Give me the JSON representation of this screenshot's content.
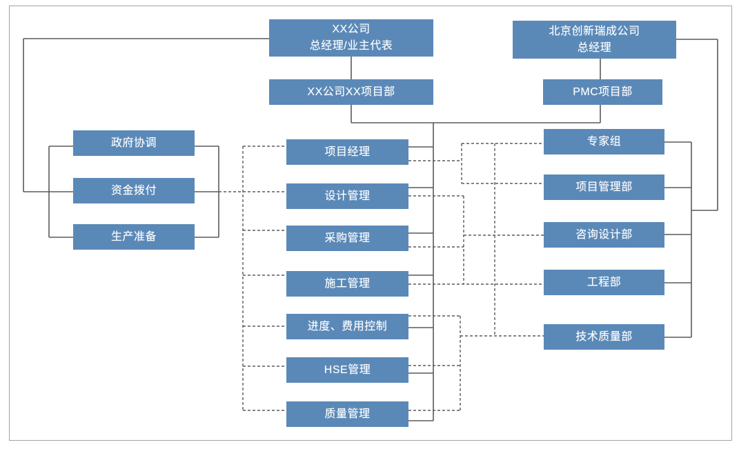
{
  "diagram": {
    "nodes": {
      "owner_gm": {
        "label": "XX公司\n总经理/业主代表"
      },
      "owner_pd": {
        "label": "XX公司XX项目部"
      },
      "pmc_gm": {
        "label": "北京创新瑞成公司\n总经理"
      },
      "pmc_pd": {
        "label": "PMC项目部"
      },
      "gov_coordination": {
        "label": "政府协调"
      },
      "fund_allocation": {
        "label": "资金拨付"
      },
      "production_prep": {
        "label": "生产准备"
      },
      "project_manager": {
        "label": "项目经理"
      },
      "design_mgmt": {
        "label": "设计管理"
      },
      "procurement_mgmt": {
        "label": "采购管理"
      },
      "construction_mgmt": {
        "label": "施工管理"
      },
      "schedule_cost_ctrl": {
        "label": "进度、费用控制"
      },
      "hse_mgmt": {
        "label": "HSE管理"
      },
      "quality_mgmt": {
        "label": "质量管理"
      },
      "expert_group": {
        "label": "专家组"
      },
      "project_mgmt_dept": {
        "label": "项目管理部"
      },
      "consult_design_dept": {
        "label": "咨询设计部"
      },
      "engineering_dept": {
        "label": "工程部"
      },
      "tech_quality_dept": {
        "label": "技术质量部"
      }
    },
    "colors": {
      "box_fill": "#5a89b8",
      "box_text": "#ffffff",
      "solid_line": "#595959",
      "dashed_line": "#595959",
      "frame_border": "#a3a3a3",
      "background": "#ffffff"
    }
  }
}
